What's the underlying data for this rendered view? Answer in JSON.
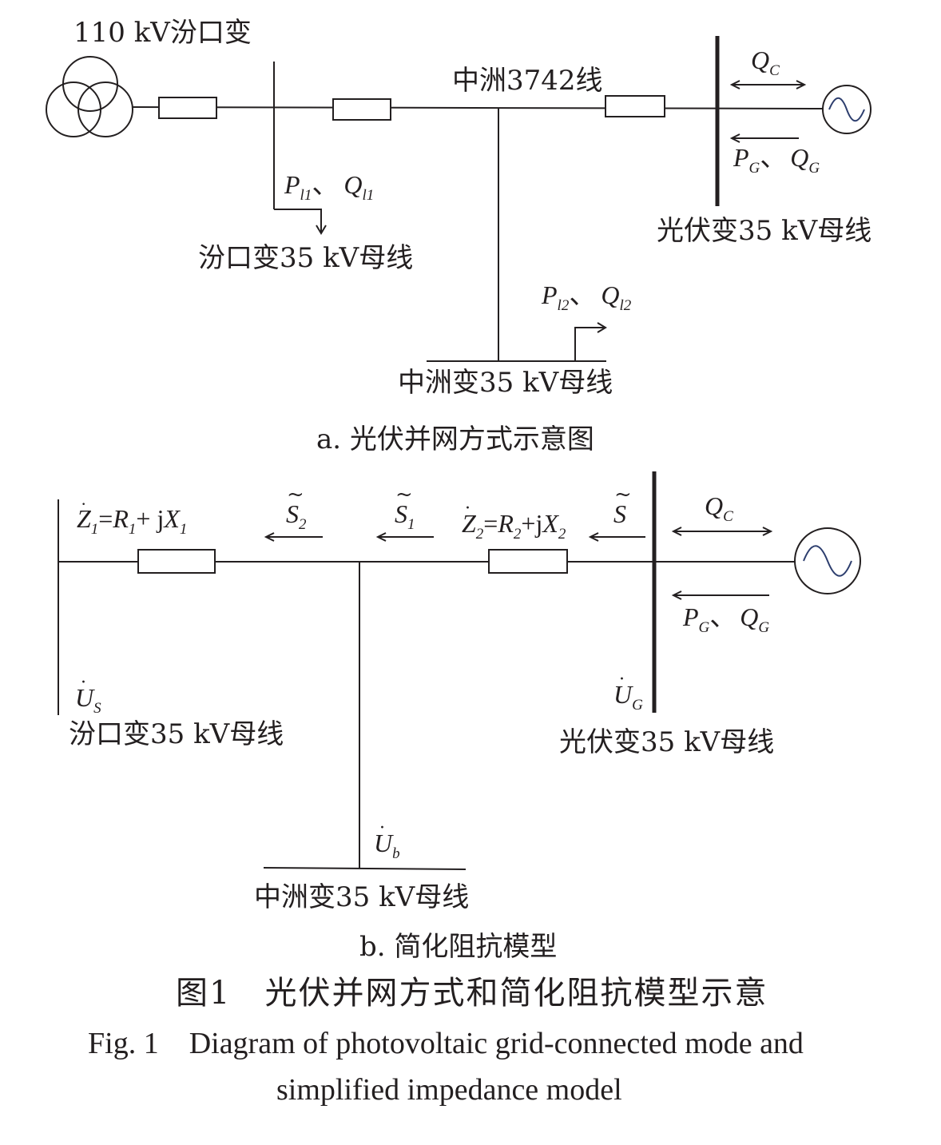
{
  "diagram_a": {
    "transformer_label": "110 kV汾口变",
    "line_label": "中洲3742线",
    "fenkou_bus": "汾口变35 kV母线",
    "zhongzhou_bus": "中洲变35 kV母线",
    "pv_bus": "光伏变35 kV母线",
    "load1": {
      "p": "P",
      "p_sub": "l1",
      "sep": "、",
      "q": "Q",
      "q_sub": "l1"
    },
    "load2": {
      "p": "P",
      "p_sub": "l2",
      "sep": "、",
      "q": "Q",
      "q_sub": "l2"
    },
    "qc": {
      "q": "Q",
      "q_sub": "C"
    },
    "pg_qg": {
      "p": "P",
      "p_sub": "G",
      "sep": "、",
      "q": "Q",
      "q_sub": "G"
    },
    "caption": "a. 光伏并网方式示意图"
  },
  "diagram_b": {
    "z1": {
      "z": "Z",
      "z_sub": "1",
      "eq": "=",
      "r": "R",
      "r_sub": "1",
      "plus": "+ j",
      "x": "X",
      "x_sub": "1"
    },
    "z2": {
      "z": "Z",
      "z_sub": "2",
      "eq": "=",
      "r": "R",
      "r_sub": "2",
      "plus": "+j",
      "x": "X",
      "x_sub": "2"
    },
    "s2": {
      "s": "S",
      "s_sub": "2"
    },
    "s1": {
      "s": "S",
      "s_sub": "1"
    },
    "s": {
      "s": "S"
    },
    "qc": {
      "q": "Q",
      "q_sub": "C"
    },
    "pg_qg": {
      "p": "P",
      "p_sub": "G",
      "sep": "、",
      "q": "Q",
      "q_sub": "G"
    },
    "us": {
      "u": "U",
      "u_sub": "S"
    },
    "ug": {
      "u": "U",
      "u_sub": "G"
    },
    "ub": {
      "u": "U",
      "u_sub": "b"
    },
    "fenkou_bus": "汾口变35 kV母线",
    "pv_bus": "光伏变35 kV母线",
    "zhongzhou_bus": "中洲变35 kV母线",
    "caption": "b. 简化阻抗模型"
  },
  "figure_title_cn": "图1　光伏并网方式和简化阻抗模型示意",
  "figure_title_en_line1": "Fig. 1　Diagram of photovoltaic grid-connected mode and",
  "figure_title_en_line2": "simplified impedance model"
}
